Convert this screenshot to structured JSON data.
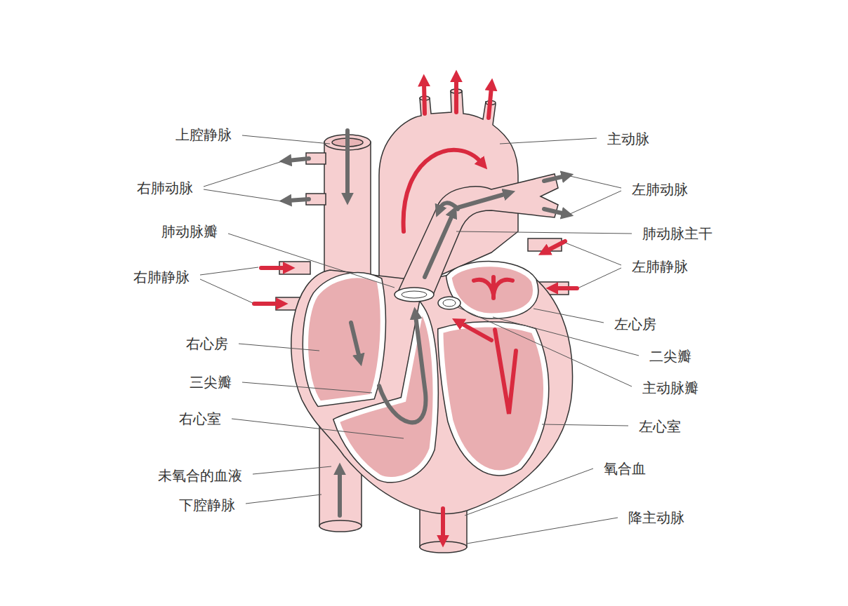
{
  "diagram": {
    "labels": [
      "上腔静脉",
      "右肺动脉",
      "肺动脉瓣",
      "右肺静脉",
      "右心房",
      "三尖瓣",
      "右心室",
      "未氧合的血液",
      "下腔静脉",
      "主动脉",
      "左肺动脉",
      "肺动脉主干",
      "左肺静脉",
      "左心房",
      "二尖瓣",
      "主动脉瓣",
      "左心室",
      "氧合血",
      "降主动脉"
    ]
  }
}
